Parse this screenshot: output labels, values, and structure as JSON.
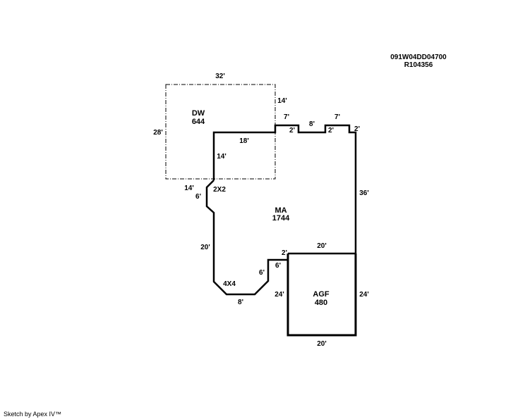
{
  "header": {
    "parcel_id": "091W04DD04700",
    "account": "R104356"
  },
  "areas": {
    "dw": {
      "code": "DW",
      "sqft": "644"
    },
    "ma": {
      "code": "MA",
      "sqft": "1744"
    },
    "agf": {
      "code": "AGF",
      "sqft": "480"
    }
  },
  "dimensions": {
    "dw_top": "32'",
    "dw_left": "28'",
    "dw_right": "14'",
    "dw_bottom": "14'",
    "ma_top_18": "18'",
    "ma_left_14": "14'",
    "notch1_top": "7'",
    "notch1_side": "2'",
    "mid_8": "8'",
    "notch2_top": "7'",
    "notch2_side": "2'",
    "corner_2": "2'",
    "right_36": "36'",
    "bay_6": "6'",
    "bay_label": "2X2",
    "left_20": "20'",
    "corner_label": "4X4",
    "bottom_8": "8'",
    "diag_6": "6'",
    "step_6": "6'",
    "step_2": "2'",
    "garage_top": "20'",
    "garage_left": "24'",
    "garage_right": "24'",
    "garage_bottom": "20'"
  },
  "footer": {
    "credit": "Sketch by Apex IV™"
  }
}
